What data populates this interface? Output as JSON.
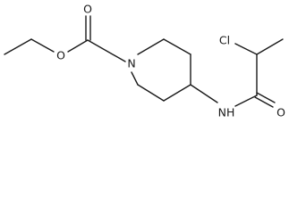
{
  "molecule": {
    "atoms": {
      "carbonyl_o_ester": "O",
      "ester_o": "O",
      "ring_n": "N",
      "amide_nh": "NH",
      "amide_o": "O",
      "chlorine": "Cl"
    }
  }
}
